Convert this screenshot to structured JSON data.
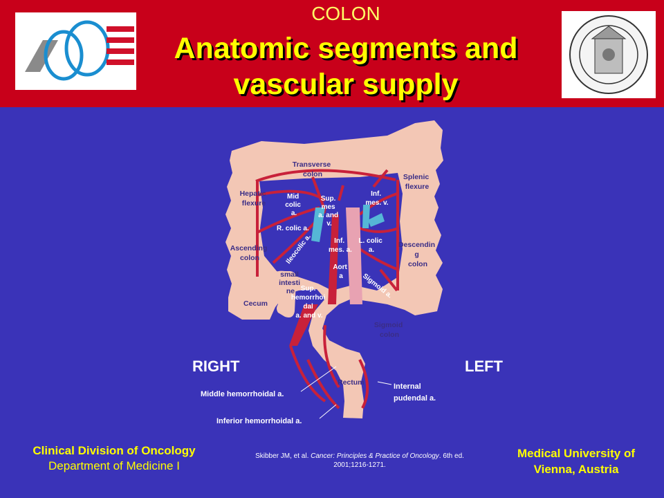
{
  "header": {
    "kicker": "COLON",
    "title_line1": "Anatomic segments and",
    "title_line2": "vascular supply"
  },
  "diagram": {
    "colon_segments": {
      "transverse": [
        "Transverse",
        "colon"
      ],
      "hepatic": [
        "Hepatic",
        "flexure"
      ],
      "splenic": [
        "Splenic",
        "flexure"
      ],
      "ascending": [
        "Ascending",
        "colon"
      ],
      "descending": [
        "Descendin",
        "g",
        "colon"
      ],
      "cecum": "Cecum",
      "sigmoid": [
        "Sigmoid",
        "colon"
      ],
      "rectum": "Rectum",
      "small_intestine": [
        "small",
        "intesti",
        "ne"
      ]
    },
    "vessels": {
      "mid_colic": [
        "Mid",
        "colic",
        "a."
      ],
      "sup_mes": [
        "Sup.",
        "mes",
        "a. and",
        "v."
      ],
      "inf_mes_v": [
        "Inf.",
        "mes. v."
      ],
      "r_colic": "R. colic a.",
      "ileocolic": "Ileocolic a.",
      "inf_mes_a": [
        "Inf.",
        "mes. a."
      ],
      "l_colic": [
        "L. colic",
        "a."
      ],
      "aorta": [
        "Aort",
        "a"
      ],
      "sigmoid_a": "Sigmoid a.",
      "sup_hemorrhoidal": [
        "Sup.",
        "hemorrhoi",
        "dal",
        "a. and v."
      ],
      "middle_hemorrhoidal": "Middle hemorrhoidal a.",
      "inferior_hemorrhoidal": "Inferior hemorrhoidal a.",
      "internal_pudendal": [
        "Internal",
        "pudendal a."
      ]
    },
    "sides": {
      "right": "RIGHT",
      "left": "LEFT"
    }
  },
  "footer": {
    "left_line1": "Clinical Division of Oncology",
    "left_line2": "Department of Medicine I",
    "citation_pre": "Skibber JM, et al. ",
    "citation_italic": "Cancer: Principles & Practice of Oncology",
    "citation_post": ". 6th ed.",
    "citation_line2": "2001;1216-1271.",
    "right_line1": "Medical University of",
    "right_line2": "Vienna, Austria"
  },
  "colors": {
    "header_bg": "#c8001a",
    "slide_bg": "#3a33b8",
    "title_text": "#ffff00",
    "colon": "#f3c7b5",
    "artery": "#c8213a",
    "vein": "#55b7d6"
  }
}
